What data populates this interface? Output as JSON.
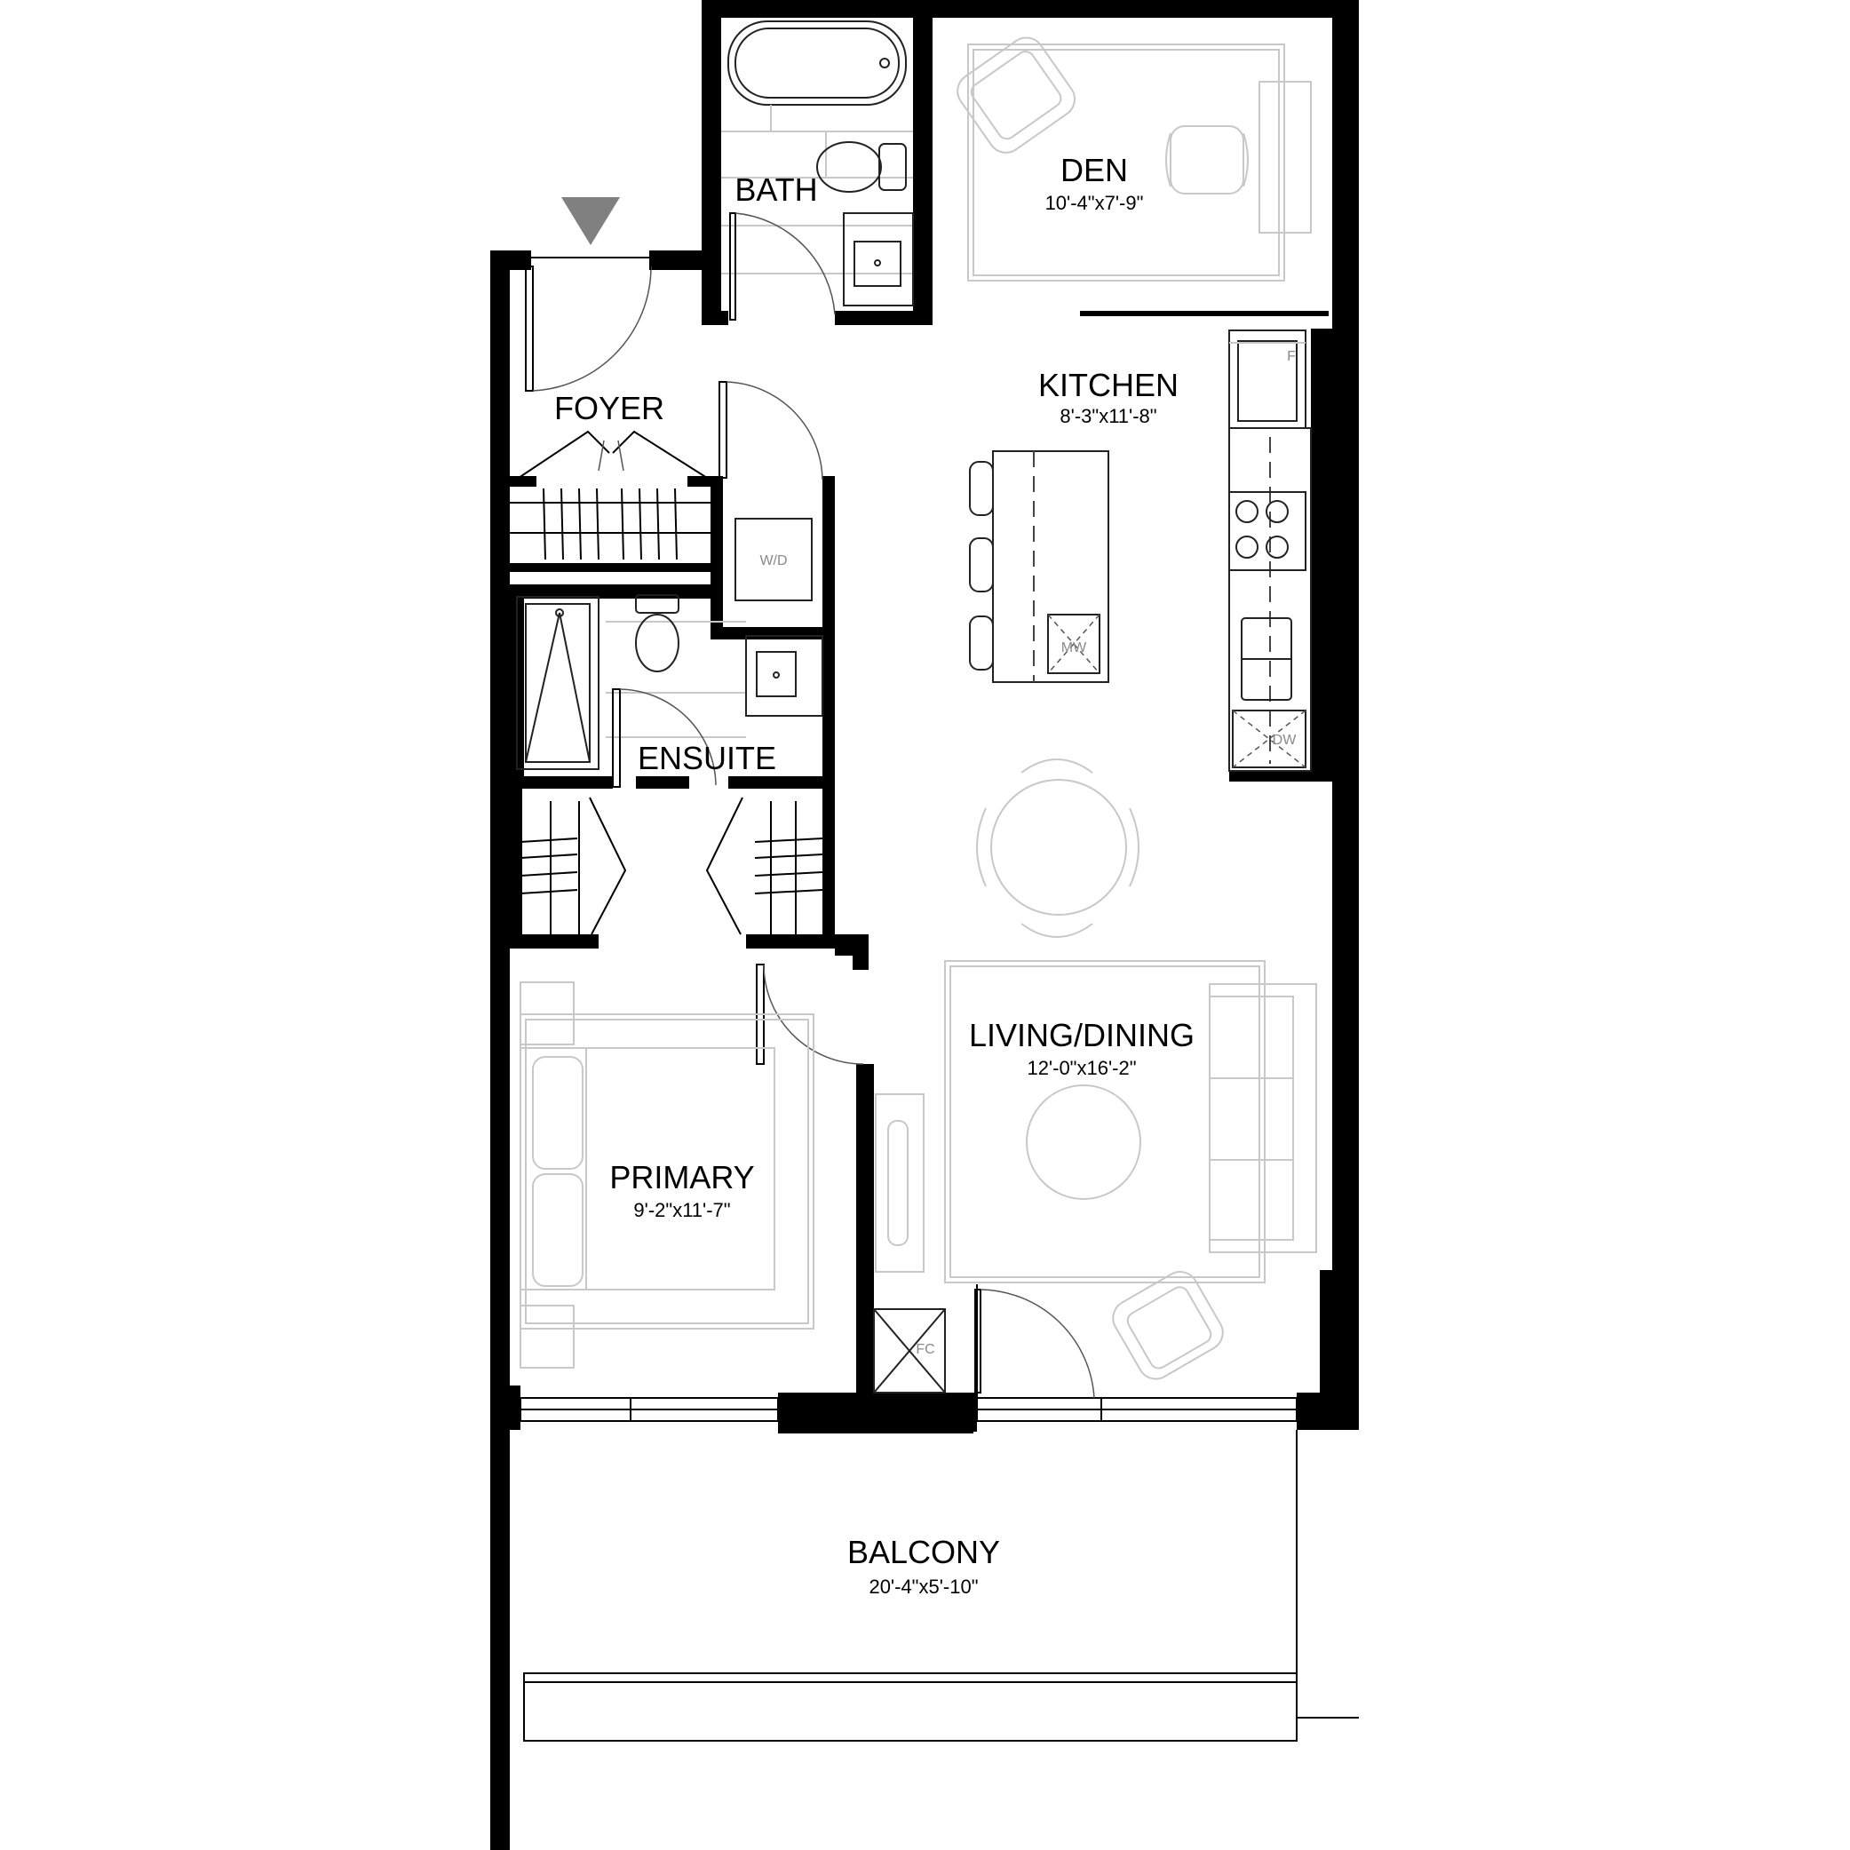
{
  "rooms": {
    "den": {
      "name": "DEN",
      "dims": "10'-4\"x7'-9\""
    },
    "bath": {
      "name": "BATH"
    },
    "foyer": {
      "name": "FOYER"
    },
    "kitchen": {
      "name": "KITCHEN",
      "dims": "8'-3\"x11'-8\""
    },
    "ensuite": {
      "name": "ENSUITE"
    },
    "living": {
      "name": "LIVING/DINING",
      "dims": "12'-0\"x16'-2\""
    },
    "primary": {
      "name": "PRIMARY",
      "dims": "9'-2\"x11'-7\""
    },
    "balcony": {
      "name": "BALCONY",
      "dims": "20'-4\"x5'-10\""
    }
  },
  "fixtures": {
    "washer_dryer": "W/D",
    "microwave": "MW",
    "fridge": "F",
    "dishwasher": "DW",
    "fan_coil": "FC"
  },
  "colors": {
    "wall": "#000000",
    "furniture": "#c8c8c8",
    "entry_marker": "#808080"
  },
  "icons": {
    "entry": "entry-arrow-icon"
  }
}
